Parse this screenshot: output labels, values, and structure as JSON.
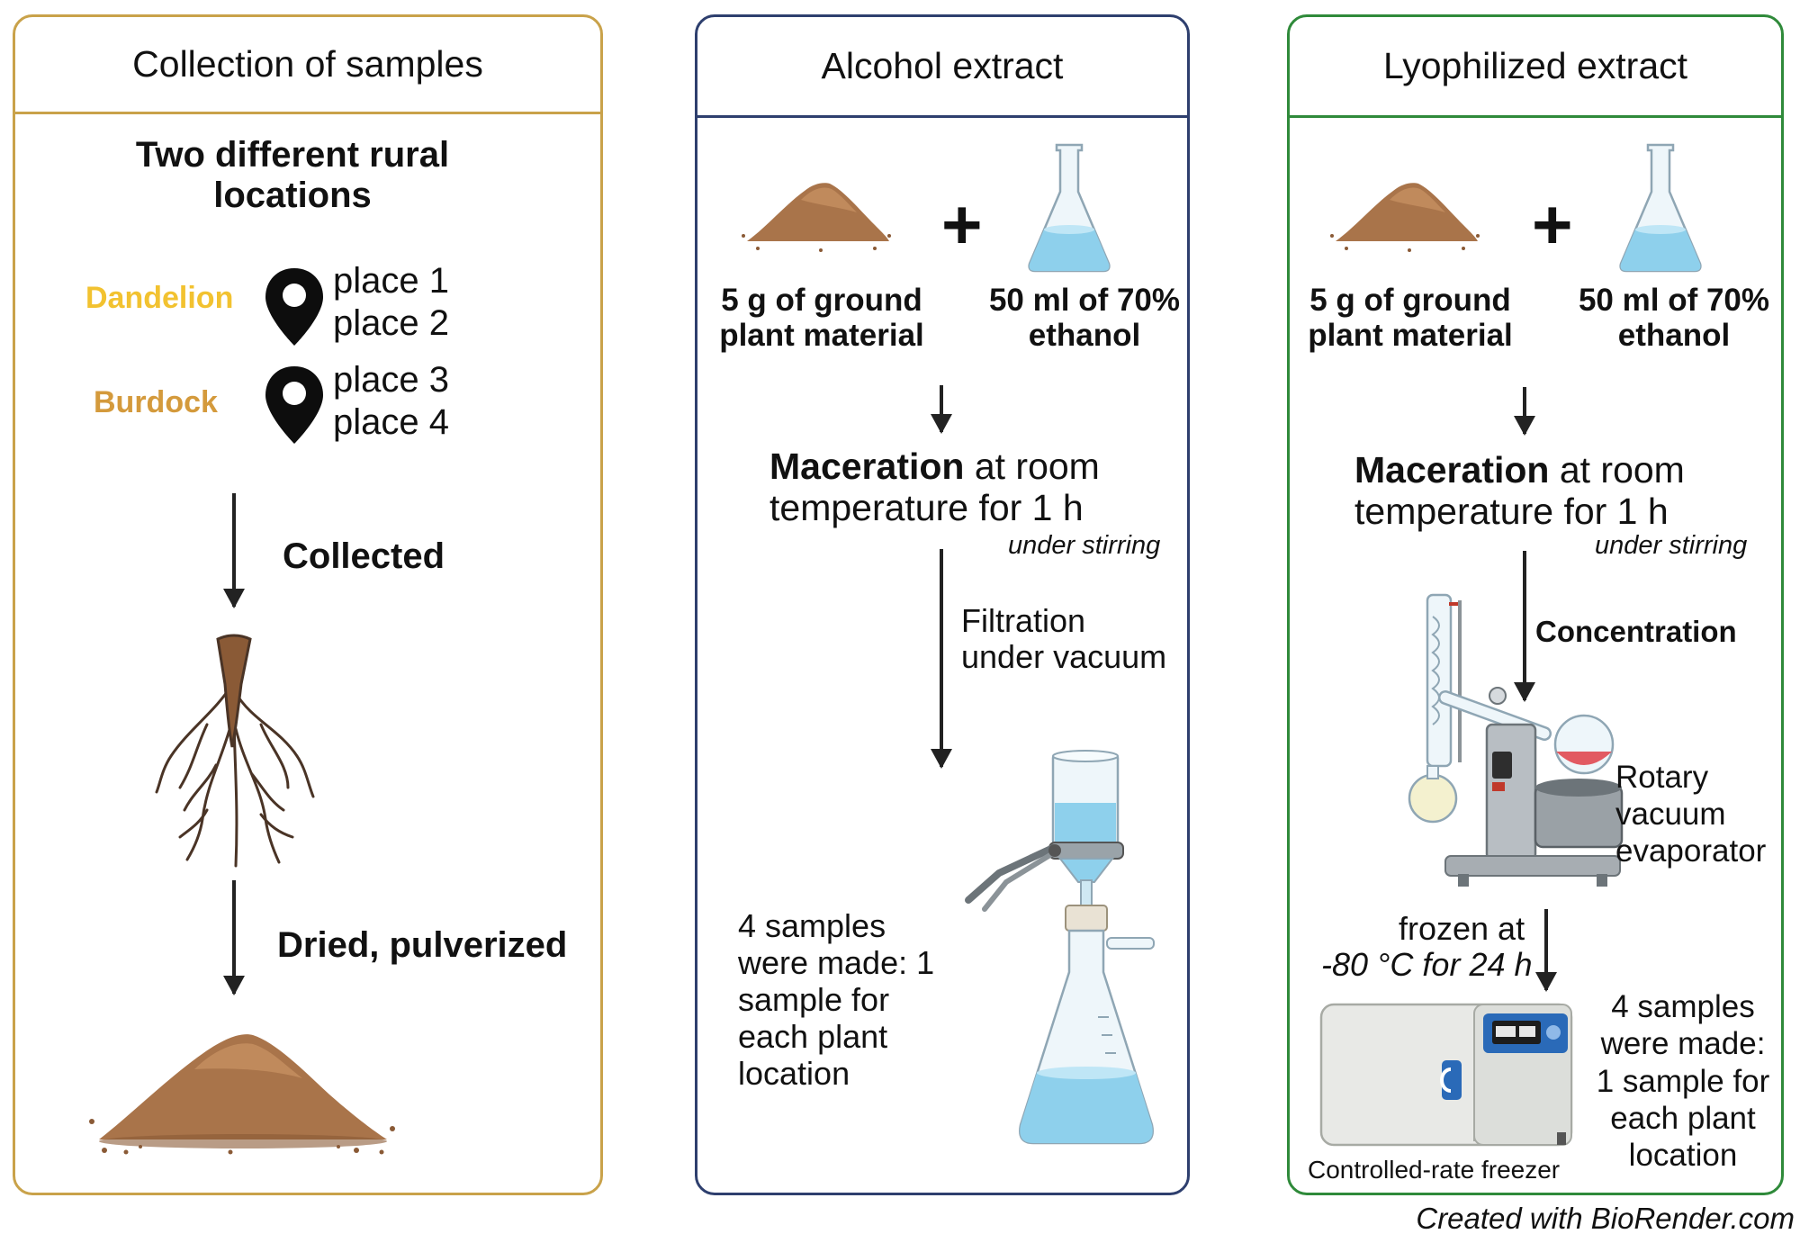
{
  "panels": {
    "collection": {
      "title": "Collection of samples",
      "subtitle_line1": "Two different rural",
      "subtitle_line2": "locations",
      "plants": [
        {
          "name": "Dandelion",
          "places": [
            "place 1",
            "place 2"
          ]
        },
        {
          "name": "Burdock",
          "places": [
            "place 3",
            "place 4"
          ]
        }
      ],
      "step1": "Collected",
      "step2": "Dried, pulverized"
    },
    "alcohol": {
      "title": "Alcohol extract",
      "ingredient1_line1": "5 g of ground",
      "ingredient1_line2": "plant material",
      "ingredient2_line1": "50 ml of 70%",
      "ingredient2_line2": "ethanol",
      "maceration_bold": "Maceration",
      "maceration_rest": " at room",
      "maceration_line2": "temperature for 1 h",
      "maceration_note": "under stirring",
      "filtration_line1": "Filtration",
      "filtration_line2": "under vacuum",
      "result_lines": [
        "4 samples",
        "were made: 1",
        "sample for",
        "each plant",
        "location"
      ]
    },
    "lyophilized": {
      "title": "Lyophilized extract",
      "ingredient1_line1": "5 g of ground",
      "ingredient1_line2": "plant material",
      "ingredient2_line1": "50 ml of 70%",
      "ingredient2_line2": "ethanol",
      "maceration_bold": "Maceration",
      "maceration_rest": " at room",
      "maceration_line2": "temperature for 1 h",
      "maceration_note": "under stirring",
      "concentration": "Concentration",
      "evaporator_lines": [
        "Rotary",
        "vacuum",
        "evaporator"
      ],
      "frozen_line1": "frozen at",
      "frozen_line2": "-80 °C for 24 h",
      "result_lines": [
        "4 samples",
        "were made:",
        "1 sample for",
        "each plant",
        "location"
      ],
      "freezer_label": "Controlled-rate freezer"
    }
  },
  "footer": "Created with BioRender.com",
  "colors": {
    "collection_border": "#c9a24a",
    "alcohol_border": "#2e3f6e",
    "lyophilized_border": "#2f8a3a",
    "dandelion": "#f2c230",
    "burdock": "#d49a3c",
    "soil": "#a9744a"
  }
}
